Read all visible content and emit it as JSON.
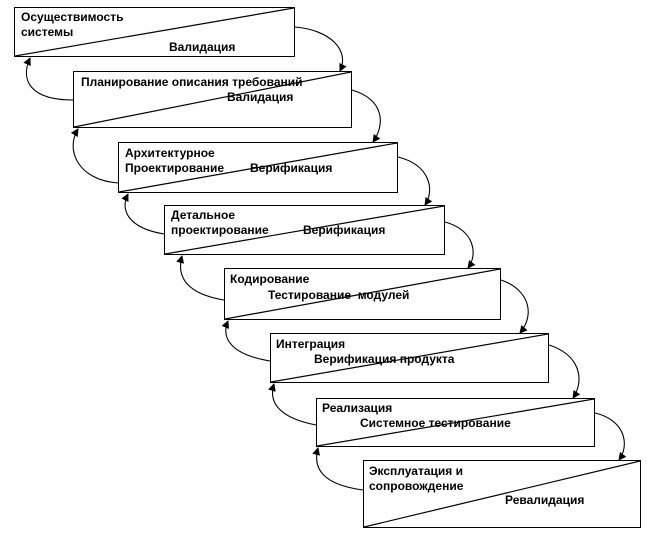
{
  "colors": {
    "stroke": "#000000",
    "background": "#ffffff"
  },
  "stages": [
    {
      "line1": "Осуществимость",
      "line2": "системы",
      "check": "Валидация"
    },
    {
      "line1": "Планирование описания требований",
      "check": "Валидация"
    },
    {
      "line1": "Архитектурное",
      "line2": "Проектирование",
      "check": "Верификация"
    },
    {
      "line1": "Детальное",
      "line2": "проектирование",
      "check": "Верификация"
    },
    {
      "line1": "Кодирование",
      "check": "Тестирование  модулей"
    },
    {
      "line1": "Интеграция",
      "check": "Верификация продукта"
    },
    {
      "line1": "Реализация",
      "check": "Системное тестирование"
    },
    {
      "line1": "Эксплуатация и",
      "line2": "сопровождение",
      "check": "Ревалидация"
    }
  ]
}
